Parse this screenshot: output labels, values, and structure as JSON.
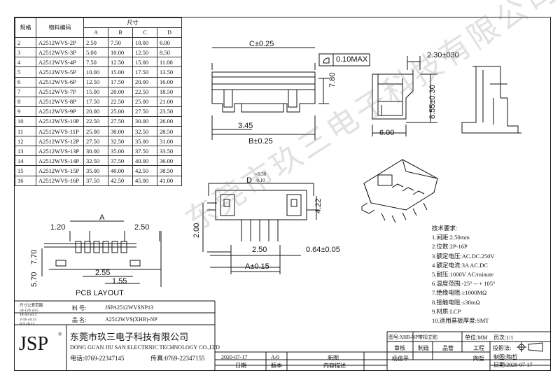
{
  "table": {
    "header_spec": "规格",
    "header_part": "物料编码",
    "header_size": "尺寸",
    "cols": [
      "A",
      "B",
      "C",
      "D"
    ],
    "rows": [
      [
        "2",
        "A2512WVS-2P",
        "2.50",
        "7.50",
        "10.00",
        "6.00"
      ],
      [
        "3",
        "A2512WVS-3P",
        "5.00",
        "10.00",
        "12.50",
        "8.50"
      ],
      [
        "4",
        "A2512WVS-4P",
        "7.50",
        "12.50",
        "15.00",
        "11.00"
      ],
      [
        "5",
        "A2512WVS-5P",
        "10.00",
        "15.00",
        "17.50",
        "13.50"
      ],
      [
        "6",
        "A2512WVS-6P",
        "12.50",
        "17.50",
        "20.00",
        "16.00"
      ],
      [
        "7",
        "A2512WVS-7P",
        "15.00",
        "20.00",
        "22.50",
        "18.50"
      ],
      [
        "8",
        "A2512WVS-8P",
        "17.50",
        "22.50",
        "25.00",
        "21.00"
      ],
      [
        "9",
        "A2512WVS-9P",
        "20.00",
        "25.00",
        "27.50",
        "23.50"
      ],
      [
        "10",
        "A2512WVS-10P",
        "22.50",
        "27.50",
        "30.00",
        "26.00"
      ],
      [
        "11",
        "A2512WVS-11P",
        "25.00",
        "30.00",
        "32.50",
        "28.50"
      ],
      [
        "12",
        "A2512WVS-12P",
        "27.50",
        "32.50",
        "35.00",
        "31.00"
      ],
      [
        "13",
        "A2512WVS-13P",
        "30.00",
        "35.00",
        "37.50",
        "33.50"
      ],
      [
        "14",
        "A2512WVS-14P",
        "32.50",
        "37.50",
        "40.00",
        "36.00"
      ],
      [
        "15",
        "A2512WVS-15P",
        "35.00",
        "40.00",
        "42.50",
        "38.50"
      ],
      [
        "16",
        "A2512WVS-16P",
        "37.50",
        "42.50",
        "45.00",
        "41.00"
      ]
    ]
  },
  "dims": {
    "c": "C±0.25",
    "flat": "0.10MAX",
    "h780": "7.80",
    "d345": "3.45",
    "b": "B±0.25",
    "d230": "2.30±030",
    "d855": "8.55±0.30",
    "d600": "6.00",
    "d_label": "D",
    "d_tol_up": "+0.30",
    "d_tol_dn": "-0.10",
    "d422": "4.22",
    "d200": "2.00",
    "d250b": "2.50",
    "d064": "0.64±0.05",
    "a015": "A±0.15",
    "pcb_a": "A",
    "pcb_120": "1.20",
    "pcb_250": "2.50",
    "pcb_770": "7.70",
    "pcb_255": "2.55",
    "pcb_570": "5.70",
    "pcb_155": "1.55",
    "pcb_title": "PCB LAYOUT"
  },
  "notes": {
    "title": "技术要求:",
    "items": [
      "1.间距:2.50mm",
      "2.位数:2P-16P",
      "3.额定电压:AC.DC.250V",
      "4.额定电流:3A AC.DC",
      "5.耐压:1000V AC/minute",
      "6.温度范围:-25° -- + 105°",
      "7.绝缘电阻:≥1000MΩ",
      "8.接触电阻:≤30mΩ",
      "9.材质:LCP",
      "10.适用基板厚度:SMT"
    ]
  },
  "tolerance": {
    "title": "尺寸公差范围",
    "rows": [
      "50-120  ±0.5",
      "18-50  ±0.3",
      "3-18  ±0.15",
      "0-3  ±0.12"
    ]
  },
  "titleblock": {
    "material_label": "料  号:",
    "material_value": "JSPA2512WVSNP13",
    "name_label": "品  名:",
    "name_value": "A2512WVS(XHB)-NP",
    "logo": "JSP",
    "reg": "®",
    "company_cn": "东莞市玖三电子科技有限公司",
    "company_en": "DONG GUAN JIU SAN ELECTRNIC TECHNOLOGY CO.,LTD",
    "tel": "电话:0769-22347145",
    "fax": "传真:0769-22347155",
    "date1": "2020-07-17",
    "ver": "A/0",
    "desc": "新图",
    "designer": "杨俊平",
    "col_date": "日期",
    "col_ver": "版本",
    "col_desc": "内容描述",
    "drawing_no": "图号:XHB-NP带扣立贴",
    "unit": "单位:MM",
    "page": "页次:1/1",
    "review": "审核",
    "make": "制造",
    "qc": "品管",
    "eng": "工程",
    "projection": "投影法:",
    "drawer": "制图:陶哲",
    "drawer2": "陶哲",
    "date_label": "日期:2020-07-17"
  },
  "watermark": "东莞市玖三电子科技有限公司"
}
